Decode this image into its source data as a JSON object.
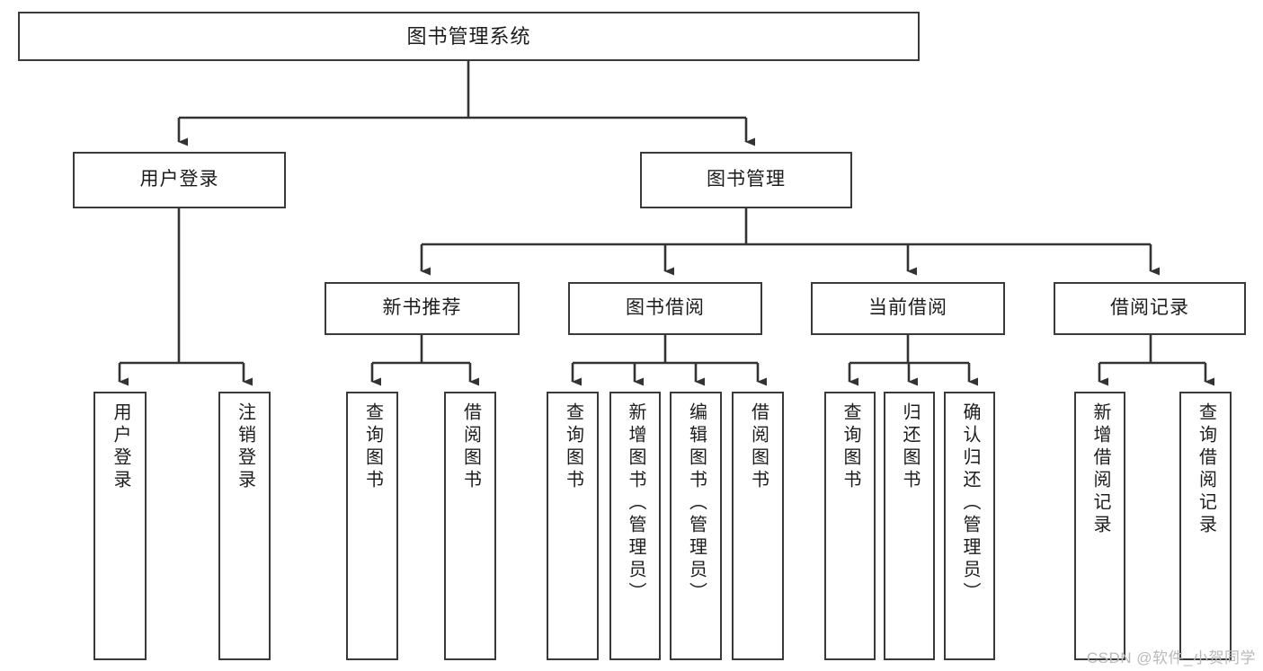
{
  "diagram": {
    "type": "tree-hierarchy",
    "title": "图书管理系统",
    "watermark": "CSDN @软件_小贺同学",
    "colors": {
      "box_border": "#3a3a3a",
      "box_fill": "#ffffff",
      "connector": "#333333",
      "text": "#1c1c1c",
      "watermark": "#b9b9b9"
    },
    "root": {
      "label": "图书管理系统"
    },
    "level1": [
      {
        "label": "用户登录"
      },
      {
        "label": "图书管理"
      }
    ],
    "level2": [
      {
        "label": "新书推荐"
      },
      {
        "label": "图书借阅"
      },
      {
        "label": "当前借阅"
      },
      {
        "label": "借阅记录"
      }
    ],
    "leaves": {
      "user_login": [
        {
          "label": "用户登录"
        },
        {
          "label": "注销登录"
        }
      ],
      "new_book_recommend": [
        {
          "label": "查询图书"
        },
        {
          "label": "借阅图书"
        }
      ],
      "book_borrow": [
        {
          "label": "查询图书"
        },
        {
          "label": "新增图书（管理员）"
        },
        {
          "label": "编辑图书（管理员）"
        },
        {
          "label": "借阅图书"
        }
      ],
      "current_borrow": [
        {
          "label": "查询图书"
        },
        {
          "label": "归还图书"
        },
        {
          "label": "确认归还（管理员）"
        }
      ],
      "borrow_record": [
        {
          "label": "新增借阅记录"
        },
        {
          "label": "查询借阅记录"
        }
      ]
    }
  }
}
